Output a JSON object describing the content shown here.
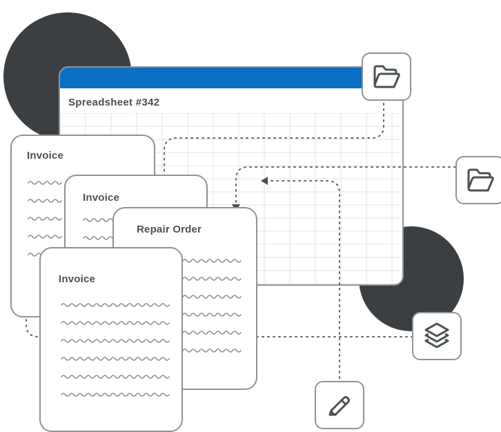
{
  "spreadsheet": {
    "title": "Spreadsheet #342",
    "bar_color": "#0a6fc4"
  },
  "documents": [
    {
      "title": "Invoice"
    },
    {
      "title": "Invoice"
    },
    {
      "title": "Repair Order"
    },
    {
      "title": "Invoice"
    }
  ],
  "icons": {
    "folder_top": "folder-icon",
    "folder_right": "folder-icon",
    "layers": "layers-icon",
    "pencil": "pencil-icon"
  },
  "colors": {
    "accent": "#0a6fc4",
    "dark": "#3b3f42",
    "stroke": "#8d9396",
    "text": "#4a5054"
  }
}
